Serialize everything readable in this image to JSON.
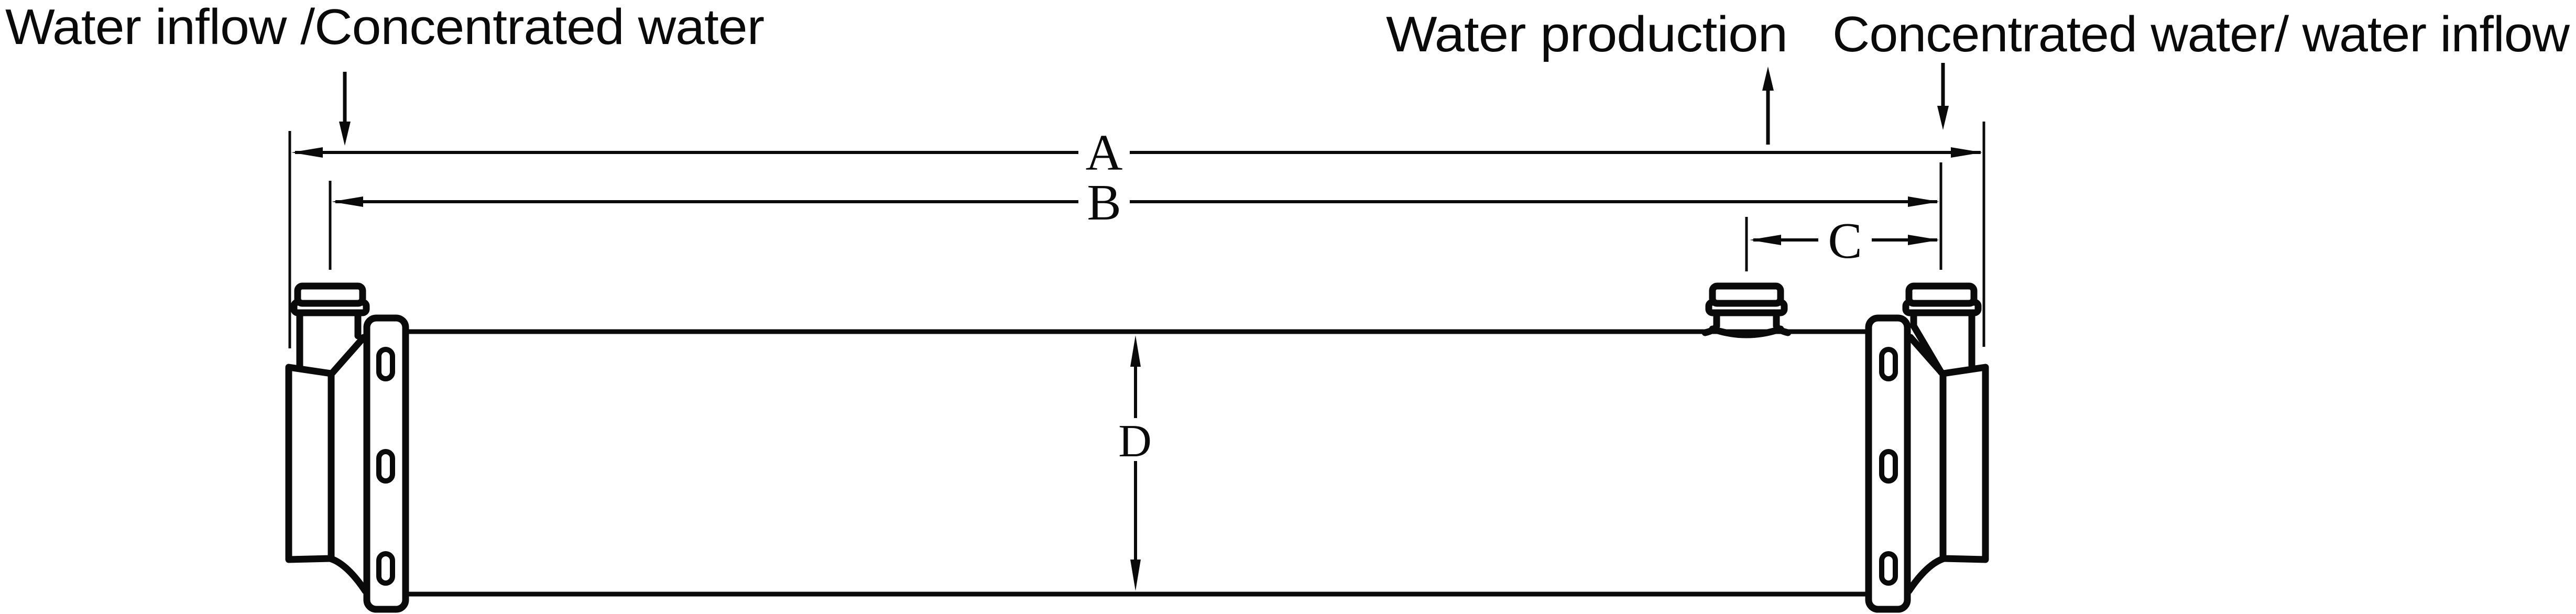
{
  "diagram": {
    "port_labels": {
      "left": "Water inflow /Concentrated water",
      "top_permeate": "Water production",
      "right": "Concentrated water/ water inflow"
    },
    "dimensions": {
      "overall_length": "A",
      "port_center_distance": "B",
      "permeate_to_end_port": "C",
      "shell_diameter": "D"
    },
    "colors": {
      "line": "#0a0a0a",
      "background": "#ffffff"
    }
  }
}
